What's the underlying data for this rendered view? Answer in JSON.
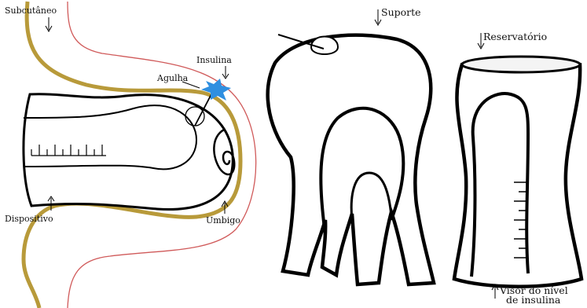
{
  "labels": {
    "subcutaneo": "Subcutâneo",
    "insulina": "Insulina",
    "agulha": "Agulha",
    "dispositivo": "Dispositivo",
    "umbigo": "Umbigo",
    "suporte": "Suporte",
    "reservatorio": "Reservatório",
    "visor_line1": "Visor do nível",
    "visor_line2": "de insulina"
  },
  "colors": {
    "skin": "#b89a3a",
    "subcutaneous": "#d05a5a",
    "insulin_drop": "#2f8fe0",
    "outline": "#000000"
  }
}
